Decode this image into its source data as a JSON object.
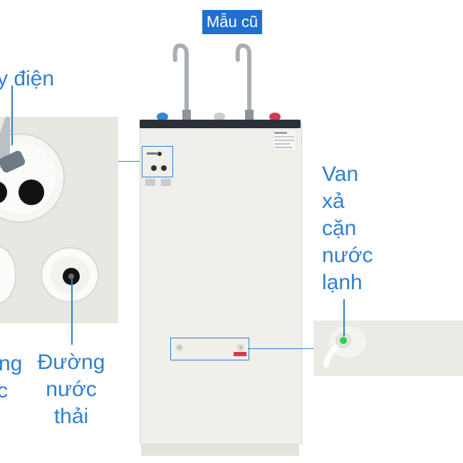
{
  "badge": {
    "label": "Mẫu cũ"
  },
  "callouts": {
    "left_top": "y điện",
    "left_bottom_line1": "ng",
    "left_bottom_line2": "c",
    "drain": {
      "line1": "Đường",
      "line2": "nước",
      "line3": "thải"
    },
    "valve": {
      "line1": "Van",
      "line2": "xả",
      "line3": "cặn",
      "line4": "nước",
      "line5": "lạnh"
    }
  },
  "colors": {
    "accent": "#2f7fd2",
    "badge_bg": "#1f6fd0",
    "machine_body": "#f0efea",
    "tap_blue": "#2f8ad8",
    "tap_red": "#d63a4f",
    "valve_green": "#2bd14a"
  }
}
